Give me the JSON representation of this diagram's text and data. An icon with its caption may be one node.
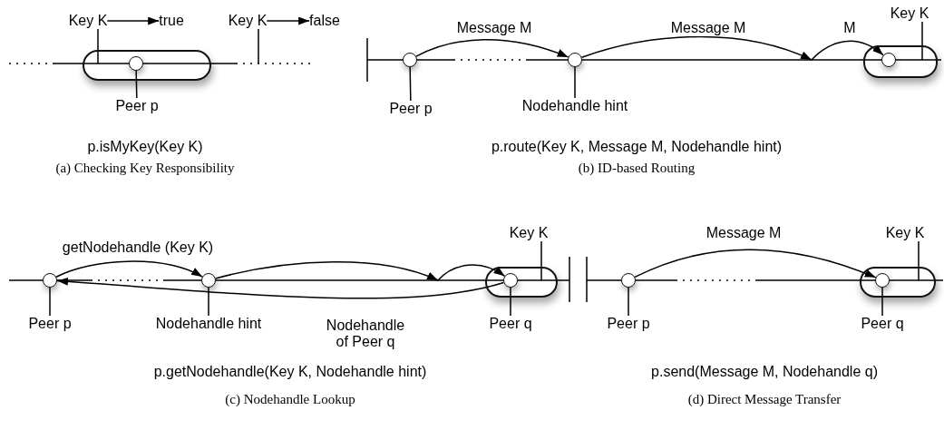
{
  "diagram": {
    "nodes": [
      {
        "text": [
          "Key K"
        ]
      },
      {
        "text": [
          "true"
        ]
      },
      {
        "text": [
          "Key K"
        ]
      },
      {
        "text": [
          "false"
        ]
      },
      {
        "text": [],
        "shape": "box"
      },
      {
        "text": [],
        "shape": "circle",
        "in": 4
      },
      {
        "text": [
          "Peer p"
        ]
      },
      {
        "text": [],
        "shape": "circle"
      },
      {
        "text": [
          "Peer p"
        ]
      },
      {
        "text": [],
        "shape": "circle"
      },
      {
        "text": [
          "Nodehandle hint"
        ]
      },
      {
        "text": [],
        "shape": "box"
      },
      {
        "text": [],
        "shape": "circle",
        "in": 11
      },
      {
        "text": [
          "Key K"
        ]
      },
      {
        "text": [],
        "shape": "circle"
      },
      {
        "text": [
          "Peer p"
        ]
      },
      {
        "text": [],
        "shape": "circle"
      },
      {
        "text": [
          "Nodehandle hint"
        ]
      },
      {
        "text": [],
        "shape": "box"
      },
      {
        "text": [],
        "shape": "circle",
        "in": 18
      },
      {
        "text": [
          "Key K"
        ]
      },
      {
        "text": [
          "Peer q"
        ]
      },
      {
        "text": [],
        "shape": "circle"
      },
      {
        "text": [
          "Peer p"
        ]
      },
      {
        "text": [],
        "shape": "box"
      },
      {
        "text": [],
        "shape": "circle",
        "in": 24
      },
      {
        "text": [
          "Key K"
        ]
      },
      {
        "text": [
          "Peer q"
        ]
      }
    ],
    "edges": [
      {
        "from": 0,
        "to": 1,
        "arrow": "to"
      },
      {
        "from": 2,
        "to": 3,
        "arrow": "to"
      },
      {
        "from": 0,
        "to": null,
        "arrow": "none"
      },
      {
        "from": 2,
        "to": null,
        "arrow": "none"
      },
      {
        "from": 6,
        "to": 5,
        "arrow": "none"
      },
      {
        "from": 7,
        "to": 9,
        "arrow": "to",
        "label": "Message M"
      },
      {
        "from": 9,
        "to": null,
        "arrow": "to",
        "label": "Message M"
      },
      {
        "from": null,
        "to": 12,
        "arrow": "to",
        "label": "M"
      },
      {
        "from": 8,
        "to": 7,
        "arrow": "none"
      },
      {
        "from": 10,
        "to": 9,
        "arrow": "none"
      },
      {
        "from": 13,
        "to": null,
        "arrow": "none"
      },
      {
        "from": 14,
        "to": 16,
        "arrow": "to",
        "label": "getNodehandle (Key K)"
      },
      {
        "from": 16,
        "to": null,
        "arrow": "to"
      },
      {
        "from": null,
        "to": 19,
        "arrow": "to"
      },
      {
        "from": 19,
        "to": 14,
        "arrow": "to",
        "label": "Nodehandle of Peer q"
      },
      {
        "from": 15,
        "to": 14,
        "arrow": "none"
      },
      {
        "from": 17,
        "to": 16,
        "arrow": "none"
      },
      {
        "from": 20,
        "to": null,
        "arrow": "none"
      },
      {
        "from": 21,
        "to": 19,
        "arrow": "none"
      },
      {
        "from": 22,
        "to": 25,
        "arrow": "to",
        "label": "Message M"
      },
      {
        "from": 23,
        "to": 22,
        "arrow": "none"
      },
      {
        "from": 26,
        "to": null,
        "arrow": "none"
      },
      {
        "from": 27,
        "to": 25,
        "arrow": "none"
      }
    ],
    "labels": [
      "p.isMyKey(Key K)",
      "(a) Checking Key Responsibility",
      "p.route(Key K, Message M, Nodehandle hint)",
      "(b) ID-based Routing",
      "p.getNodehandle(Key K, Nodehandle hint)",
      "(c) Nodehandle Lookup",
      "p.send(Message M, Nodehandle q)",
      "(d) Direct Message Transfer"
    ]
  }
}
